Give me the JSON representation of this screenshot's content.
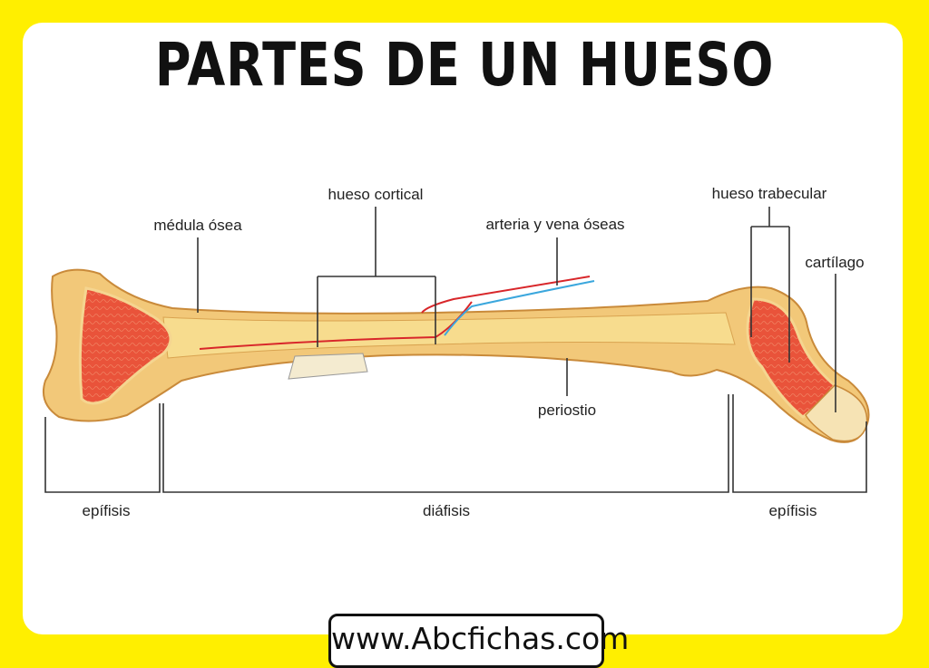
{
  "title": "PARTES DE UN HUESO",
  "labels": {
    "hueso_cortical": "hueso cortical",
    "medula_osea": "médula ósea",
    "arteria_vena": "arteria y vena óseas",
    "hueso_trabecular": "hueso trabecular",
    "cartilago": "cartílago",
    "periostio": "periostio",
    "epifisis_left": "epífisis",
    "diafisis": "diáfisis",
    "epifisis_right": "epífisis"
  },
  "footer": {
    "website": "www.Abcfichas.com"
  },
  "colors": {
    "background": "#FFEF00",
    "bone": "#F2C879",
    "marrow": "#E8452E"
  }
}
